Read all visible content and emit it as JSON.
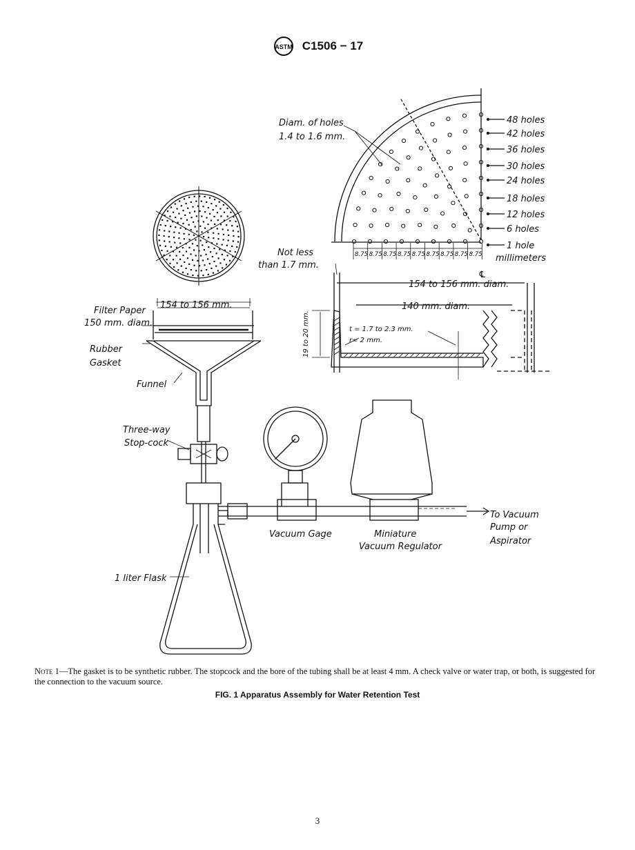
{
  "header": {
    "standard_code": "C1506 − 17",
    "logo_text": "ASTM"
  },
  "figure": {
    "labels": {
      "diam_holes_1": "Diam. of holes",
      "diam_holes_2": "1.4 to 1.6 mm.",
      "holes": [
        "48 holes",
        "42 holes",
        "36 holes",
        "30 holes",
        "24 holes",
        "18 holes",
        "12 holes",
        "6 holes",
        "1 hole"
      ],
      "spacing": [
        "8.75",
        "8.75",
        "8.75",
        "8.75",
        "8.75",
        "8.75",
        "8.75",
        "8.75",
        "8.75"
      ],
      "millimeters": "millimeters",
      "not_less_1": "Not less",
      "not_less_2": "than 1.7 mm.",
      "centerline": "℄",
      "outer_diam": "154 to 156 mm. diam.",
      "inner_diam": "140 mm. diam.",
      "height": "19 to 20 mm.",
      "thickness": "t = 1.7 to 2.3 mm.",
      "radius": "r= 2 mm.",
      "filter_paper_1": "Filter Paper",
      "filter_paper_2": "150 mm. diam.",
      "funnel_width": "154 to 156 mm.",
      "rubber_1": "Rubber",
      "rubber_2": "Gasket",
      "funnel": "Funnel",
      "stopcock_1": "Three-way",
      "stopcock_2": "Stop-cock",
      "vacuum_gage": "Vacuum Gage",
      "regulator_1": "Miniature",
      "regulator_2": "Vacuum Regulator",
      "to_vacuum_1": "To Vacuum",
      "to_vacuum_2": "Pump or",
      "to_vacuum_3": "Aspirator",
      "flask": "1 liter Flask"
    }
  },
  "note": {
    "prefix": "Note 1",
    "text": "—The gasket is to be synthetic rubber. The stopcock and the bore of the tubing shall be at least 4 mm. A check valve or water trap, or both, is suggested for the connection to the vacuum source."
  },
  "caption": "FIG. 1 Apparatus Assembly for Water Retention Test",
  "page_number": "3"
}
